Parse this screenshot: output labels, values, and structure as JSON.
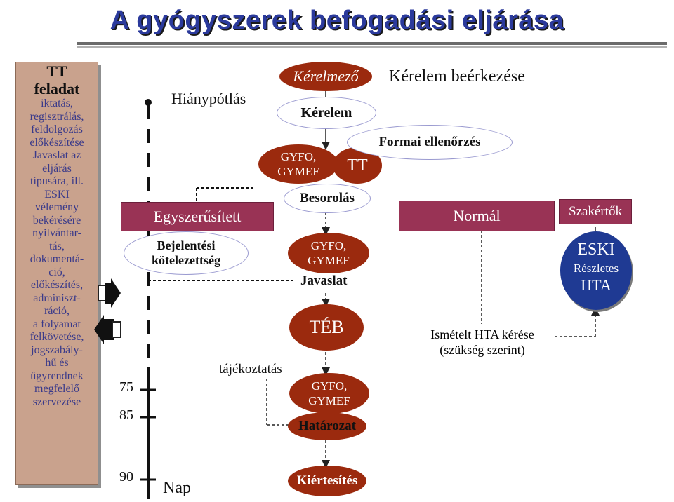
{
  "title": "A gyógyszerek befogadási eljárása",
  "tt_box": {
    "heading1": "TT",
    "heading2": "feladat",
    "lines": [
      "iktatás,",
      "regisztrálás,",
      "feldolgozás",
      "előkészítése",
      "Javaslat az",
      "eljárás",
      "típusára, ill.",
      "ESKI",
      "vélemény",
      "bekérésére",
      "nyilvántar-",
      "tás,",
      "dokumentá-",
      "ció,",
      "előkészítés,",
      "adminiszt-",
      "ráció,",
      "a folyamat",
      "felkövetése,",
      "jogszabály-",
      "hű és",
      "ügyrendnek",
      "megfelelő",
      "szervezése"
    ]
  },
  "timeline": {
    "hianypotlas": "Hiánypótlás",
    "tick_75": "75",
    "tick_85": "85",
    "tick_90": "90",
    "nap": "Nap"
  },
  "left_nodes": {
    "egyszerusitett": "Egyszerűsített",
    "bejelentesi": "Bejelentési kötelezettség",
    "tajekoztatas": "tájékoztatás"
  },
  "center_nodes": {
    "kerelmezo": "Kérelmező",
    "kerelem": "Kérelem",
    "gyfo_gymef_1": "GYFO, GYMEF",
    "tt": "TT",
    "besorolas": "Besorolás",
    "gyfo_gymef_2": "GYFO, GYMEF",
    "javaslat": "Javaslat",
    "teb": "TÉB",
    "gyfo_gymef_3": "GYFO, GYMEF",
    "hatarozat": "Határozat",
    "kiertesites": "Kiértesítés"
  },
  "right_nodes": {
    "kerelem_beerkezese": "Kérelem beérkezése",
    "formai_ellenorzes": "Formai ellenőrzés",
    "normal": "Normál",
    "ismetelt_hta": "Ismételt HTA kérése (szükség szerint)",
    "szakertok": "Szakértők",
    "eski": "ESKI",
    "reszletes": "Részletes",
    "hta": "HTA"
  },
  "colors": {
    "title": "#2b3a9c",
    "tt_box_bg": "#c9a28d",
    "ellipse_red": "#9b2a0e",
    "maroon": "#993355",
    "eski_blue": "#1f3a93"
  }
}
